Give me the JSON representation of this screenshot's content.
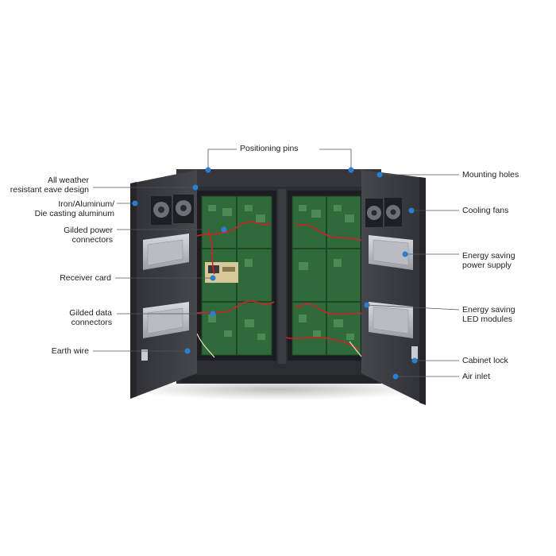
{
  "labels": {
    "top": "Positioning pins",
    "left": [
      {
        "id": "eave",
        "lines": [
          "All weather",
          "resistant eave design"
        ]
      },
      {
        "id": "material",
        "lines": [
          "Iron/Aluminum/",
          "Die casting aluminum"
        ]
      },
      {
        "id": "power-connectors",
        "lines": [
          "Gilded power",
          "connectors"
        ]
      },
      {
        "id": "receiver",
        "lines": [
          "Receiver card"
        ]
      },
      {
        "id": "data-connectors",
        "lines": [
          "Gilded data",
          "connectors"
        ]
      },
      {
        "id": "earth",
        "lines": [
          "Earth wire"
        ]
      }
    ],
    "right": [
      {
        "id": "mounting",
        "lines": [
          "Mounting holes"
        ]
      },
      {
        "id": "fans",
        "lines": [
          "Cooling fans"
        ]
      },
      {
        "id": "psu",
        "lines": [
          "Energy saving",
          "power supply"
        ]
      },
      {
        "id": "modules",
        "lines": [
          "Energy saving",
          "LED modules"
        ]
      },
      {
        "id": "lock",
        "lines": [
          "Cabinet lock"
        ]
      },
      {
        "id": "air",
        "lines": [
          "Air inlet"
        ]
      }
    ]
  },
  "colors": {
    "marker": "#2a7fd4",
    "leader": "#555555",
    "cabinet": "#2c2e33",
    "door": "#3a3c41",
    "pcb": "#2f6b3a",
    "wire": "#d2202a"
  }
}
